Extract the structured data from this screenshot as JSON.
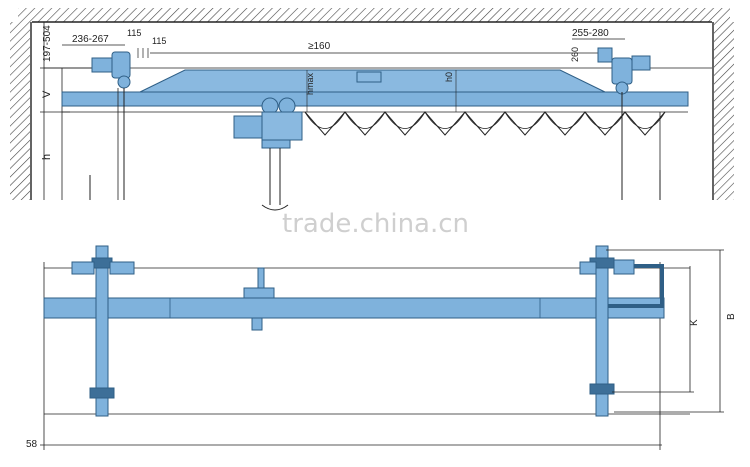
{
  "colors": {
    "steel": "#7fb2dc",
    "steel_dark": "#3d6f98",
    "line": "#222222",
    "hatch": "#444444",
    "watermark": "#d8d8d8"
  },
  "watermark": "trade.china.cn",
  "elevation_view": {
    "dims": {
      "top_offset": "197-504",
      "left_buffer": "236-267",
      "spacing_1": "115",
      "spacing_2": "115",
      "clearance": "≥160",
      "right_buffer": "255-280",
      "right_height": "260",
      "hmax": "hmax",
      "h0": "h0",
      "v": "V",
      "h": "h"
    }
  },
  "plan_view": {
    "dims": {
      "left_offset": "58",
      "k": "K",
      "b": "B"
    }
  }
}
